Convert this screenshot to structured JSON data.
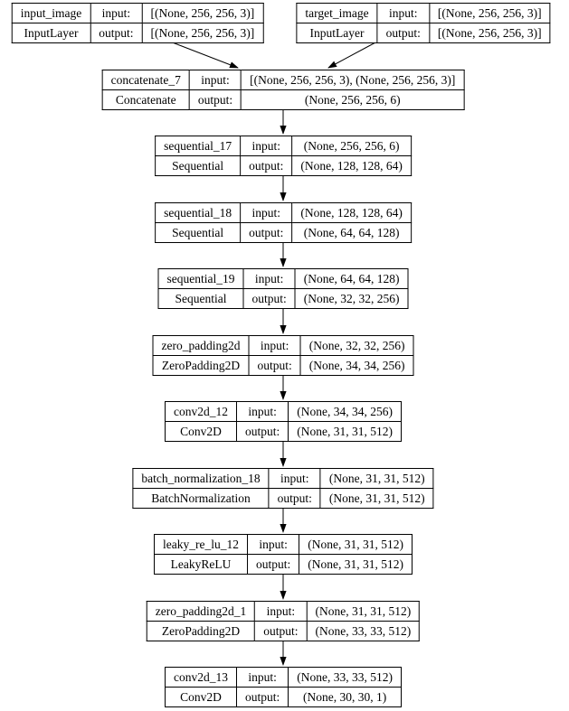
{
  "diagram": {
    "kind": "keras-model-architecture-graph",
    "colors": {
      "background": "#ffffff",
      "node_border": "#000000",
      "node_fill": "#ffffff",
      "text": "#000000",
      "edge": "#000000"
    },
    "labels": {
      "input": "input:",
      "output": "output:"
    },
    "nodes": [
      {
        "id": "input_image",
        "name": "input_image",
        "type": "InputLayer",
        "input": "[(None, 256, 256, 3)]",
        "output": "[(None, 256, 256, 3)]"
      },
      {
        "id": "target_image",
        "name": "target_image",
        "type": "InputLayer",
        "input": "[(None, 256, 256, 3)]",
        "output": "[(None, 256, 256, 3)]"
      },
      {
        "id": "concatenate_7",
        "name": "concatenate_7",
        "type": "Concatenate",
        "input": "[(None, 256, 256, 3), (None, 256, 256, 3)]",
        "output": "(None, 256, 256, 6)"
      },
      {
        "id": "sequential_17",
        "name": "sequential_17",
        "type": "Sequential",
        "input": "(None, 256, 256, 6)",
        "output": "(None, 128, 128, 64)"
      },
      {
        "id": "sequential_18",
        "name": "sequential_18",
        "type": "Sequential",
        "input": "(None, 128, 128, 64)",
        "output": "(None, 64, 64, 128)"
      },
      {
        "id": "sequential_19",
        "name": "sequential_19",
        "type": "Sequential",
        "input": "(None, 64, 64, 128)",
        "output": "(None, 32, 32, 256)"
      },
      {
        "id": "zero_padding2d",
        "name": "zero_padding2d",
        "type": "ZeroPadding2D",
        "input": "(None, 32, 32, 256)",
        "output": "(None, 34, 34, 256)"
      },
      {
        "id": "conv2d_12",
        "name": "conv2d_12",
        "type": "Conv2D",
        "input": "(None, 34, 34, 256)",
        "output": "(None, 31, 31, 512)"
      },
      {
        "id": "batch_normalization_18",
        "name": "batch_normalization_18",
        "type": "BatchNormalization",
        "input": "(None, 31, 31, 512)",
        "output": "(None, 31, 31, 512)"
      },
      {
        "id": "leaky_re_lu_12",
        "name": "leaky_re_lu_12",
        "type": "LeakyReLU",
        "input": "(None, 31, 31, 512)",
        "output": "(None, 31, 31, 512)"
      },
      {
        "id": "zero_padding2d_1",
        "name": "zero_padding2d_1",
        "type": "ZeroPadding2D",
        "input": "(None, 31, 31, 512)",
        "output": "(None, 33, 33, 512)"
      },
      {
        "id": "conv2d_13",
        "name": "conv2d_13",
        "type": "Conv2D",
        "input": "(None, 33, 33, 512)",
        "output": "(None, 30, 30, 1)"
      }
    ],
    "edges": [
      {
        "from": "input_image",
        "to": "concatenate_7"
      },
      {
        "from": "target_image",
        "to": "concatenate_7"
      },
      {
        "from": "concatenate_7",
        "to": "sequential_17"
      },
      {
        "from": "sequential_17",
        "to": "sequential_18"
      },
      {
        "from": "sequential_18",
        "to": "sequential_19"
      },
      {
        "from": "sequential_19",
        "to": "zero_padding2d"
      },
      {
        "from": "zero_padding2d",
        "to": "conv2d_12"
      },
      {
        "from": "conv2d_12",
        "to": "batch_normalization_18"
      },
      {
        "from": "batch_normalization_18",
        "to": "leaky_re_lu_12"
      },
      {
        "from": "leaky_re_lu_12",
        "to": "zero_padding2d_1"
      },
      {
        "from": "zero_padding2d_1",
        "to": "conv2d_13"
      }
    ]
  }
}
